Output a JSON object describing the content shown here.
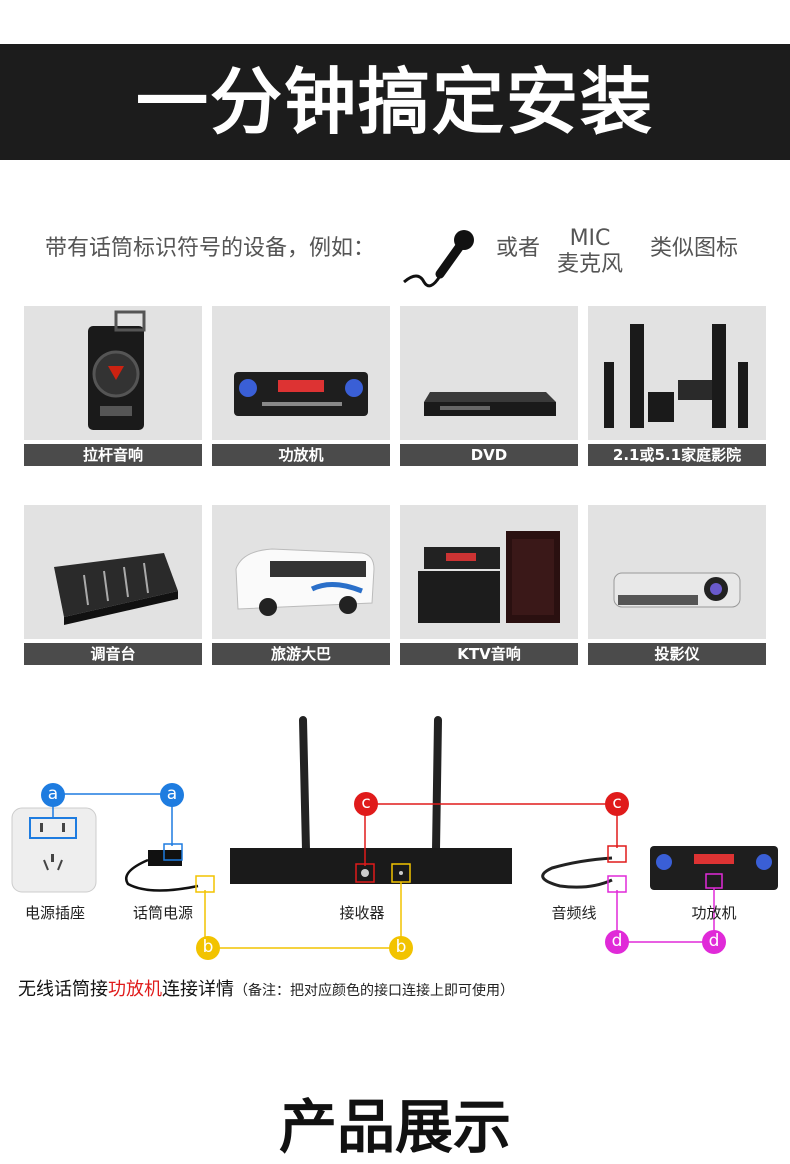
{
  "banner": {
    "title": "一分钟搞定安装"
  },
  "intro": {
    "prefix": "带有话筒标识符号的设备，例如：",
    "or": "或者",
    "mic_line1": "MIC",
    "mic_line2": "麦克风",
    "suffix": "类似图标"
  },
  "devices": [
    {
      "label": "拉杆音响",
      "icon": "trolley-speaker-icon"
    },
    {
      "label": "功放机",
      "icon": "amplifier-icon"
    },
    {
      "label": "DVD",
      "icon": "dvd-player-icon"
    },
    {
      "label": "2.1或5.1家庭影院",
      "icon": "home-theater-icon"
    },
    {
      "label": "调音台",
      "icon": "mixer-icon"
    },
    {
      "label": "旅游大巴",
      "icon": "bus-icon"
    },
    {
      "label": "KTV音响",
      "icon": "ktv-speaker-icon"
    },
    {
      "label": "投影仪",
      "icon": "projector-icon"
    }
  ],
  "diagram": {
    "labels": {
      "outlet": "电源插座",
      "adapter": "话筒电源",
      "receiver": "接收器",
      "cable": "音频线",
      "amp": "功放机"
    },
    "markers": {
      "a": "a",
      "b": "b",
      "c": "c",
      "d": "d"
    },
    "colors": {
      "a": "#1e7ce0",
      "b": "#f2c300",
      "c": "#e01b1b",
      "d": "#e02ad8"
    }
  },
  "note": {
    "part1": "无线话筒接",
    "highlight": "功放机",
    "part2": "连接详情",
    "small": "（备注：把对应颜色的接口连接上即可使用）"
  },
  "next_section_title": "产品展示"
}
